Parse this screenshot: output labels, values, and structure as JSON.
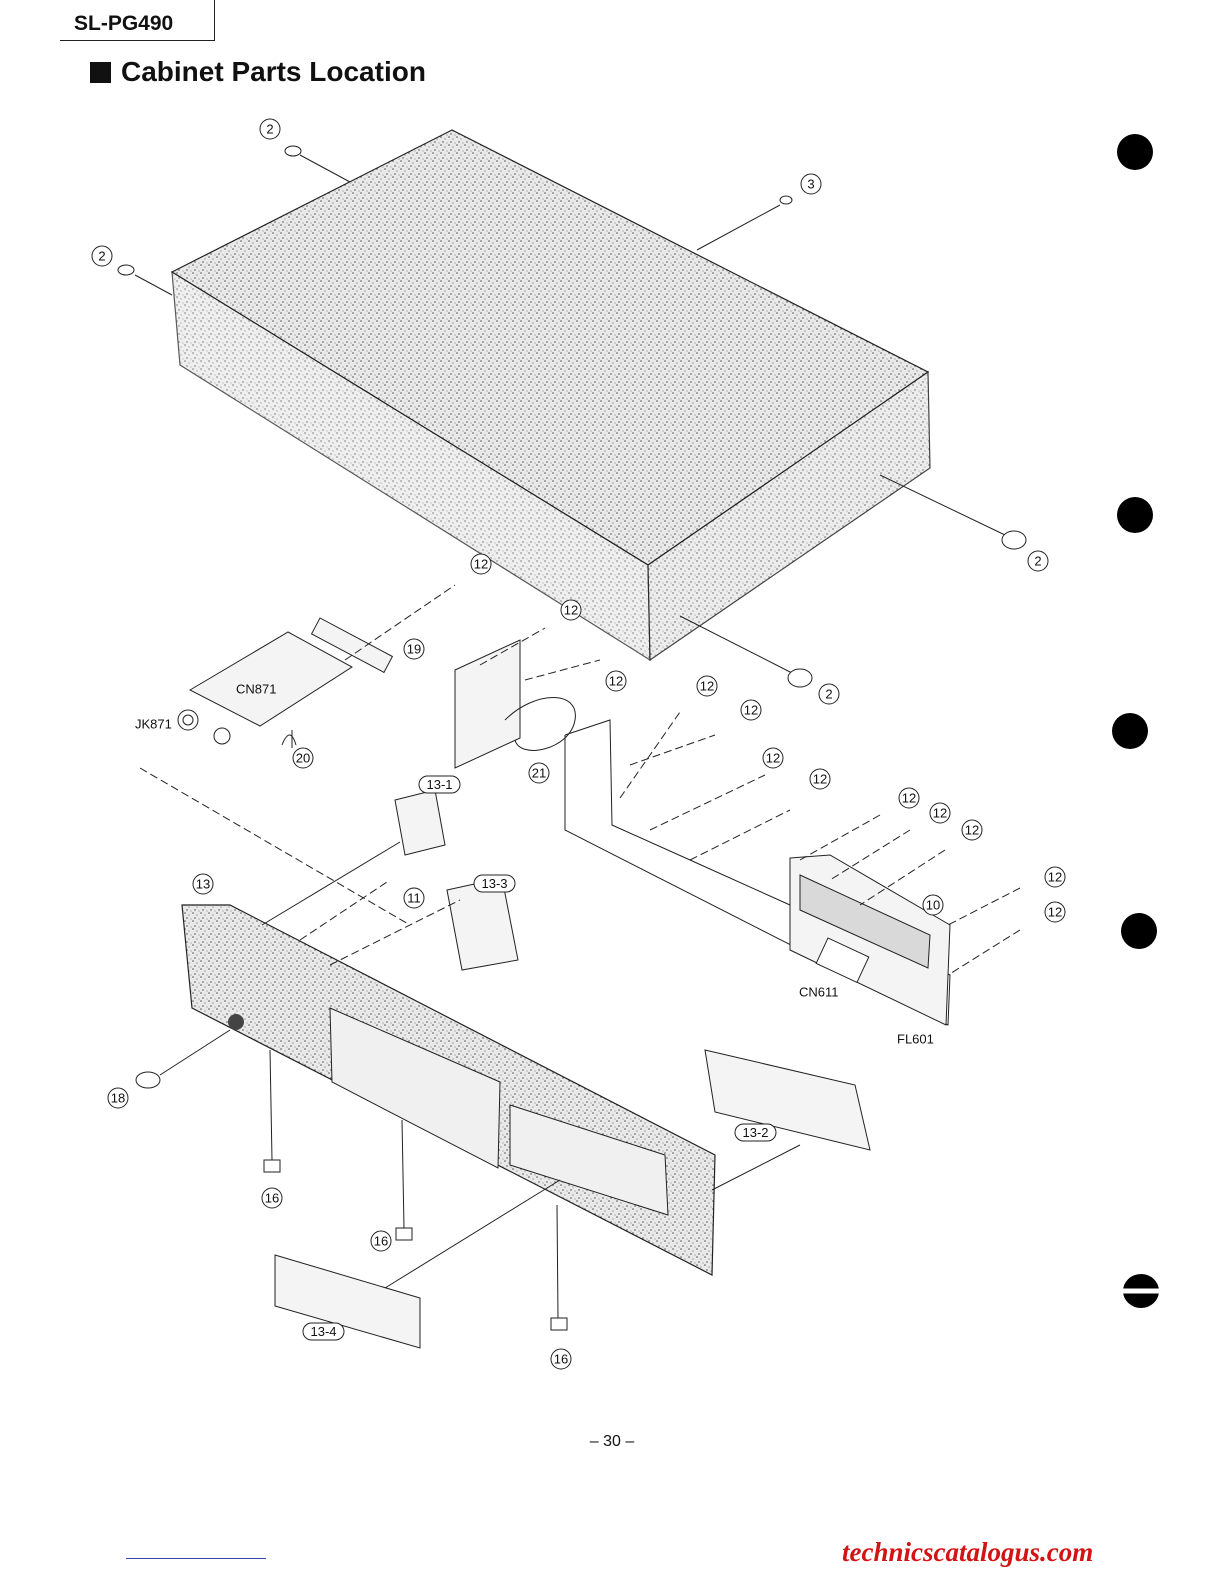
{
  "header": {
    "model": "SL-PG490"
  },
  "section": {
    "title": "Cabinet Parts Location"
  },
  "callouts": [
    {
      "id": "c2a",
      "text": "2"
    },
    {
      "id": "c2b",
      "text": "2"
    },
    {
      "id": "c2c",
      "text": "2"
    },
    {
      "id": "c2d",
      "text": "2"
    },
    {
      "id": "c3",
      "text": "3"
    },
    {
      "id": "c12a",
      "text": "12"
    },
    {
      "id": "c12b",
      "text": "12"
    },
    {
      "id": "c12c",
      "text": "12"
    },
    {
      "id": "c12d",
      "text": "12"
    },
    {
      "id": "c12e",
      "text": "12"
    },
    {
      "id": "c12f",
      "text": "12"
    },
    {
      "id": "c12g",
      "text": "12"
    },
    {
      "id": "c12h",
      "text": "12"
    },
    {
      "id": "c12i",
      "text": "12"
    },
    {
      "id": "c12j",
      "text": "12"
    },
    {
      "id": "c12k",
      "text": "12"
    },
    {
      "id": "c12l",
      "text": "12"
    },
    {
      "id": "c10",
      "text": "10"
    },
    {
      "id": "c11",
      "text": "11"
    },
    {
      "id": "c13",
      "text": "13"
    },
    {
      "id": "c16a",
      "text": "16"
    },
    {
      "id": "c16b",
      "text": "16"
    },
    {
      "id": "c16c",
      "text": "16"
    },
    {
      "id": "c18",
      "text": "18"
    },
    {
      "id": "c19",
      "text": "19"
    },
    {
      "id": "c20",
      "text": "20"
    },
    {
      "id": "c21",
      "text": "21"
    },
    {
      "id": "c13_1",
      "text": "13-1"
    },
    {
      "id": "c13_2",
      "text": "13-2"
    },
    {
      "id": "c13_3",
      "text": "13-3"
    },
    {
      "id": "c13_4",
      "text": "13-4"
    }
  ],
  "part_labels": {
    "cn871": "CN871",
    "jk871": "JK871",
    "cn611": "CN611",
    "fl601": "FL601"
  },
  "footer": {
    "page_number": "– 30 –",
    "website": "technicscatalogus.com"
  }
}
